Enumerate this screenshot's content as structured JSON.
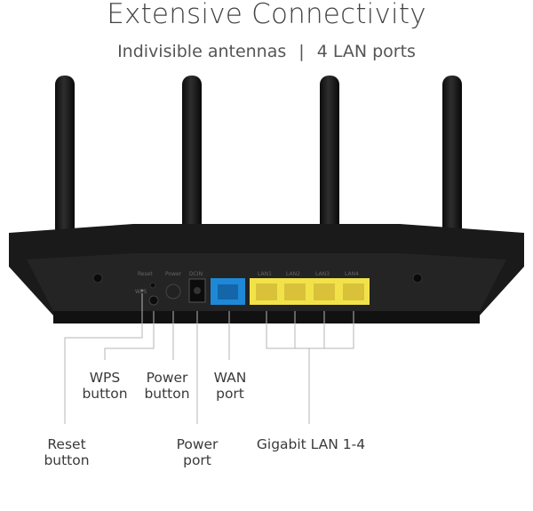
{
  "header": {
    "title": "Extensive Connectivity",
    "subtitle_left": "Indivisible antennas",
    "separator": "|",
    "subtitle_right": "4 LAN ports"
  },
  "router_labels": {
    "reset": "Reset",
    "power": "Power",
    "dcin": "DCIN",
    "wps": "WPS",
    "lan": [
      "LAN1",
      "LAN2",
      "LAN3",
      "LAN4"
    ]
  },
  "callouts": {
    "wps": [
      "WPS",
      "button"
    ],
    "power_button": [
      "Power",
      "button"
    ],
    "wan": [
      "WAN",
      "port"
    ],
    "reset": [
      "Reset",
      "button"
    ],
    "power_port": [
      "Power",
      "port"
    ],
    "lan": "Gigabit LAN 1-4"
  },
  "colors": {
    "wan_port": "#1e88d6",
    "lan_port": "#f2e24a",
    "body": "#1a1a1a",
    "leader": "#b5b5b5"
  }
}
